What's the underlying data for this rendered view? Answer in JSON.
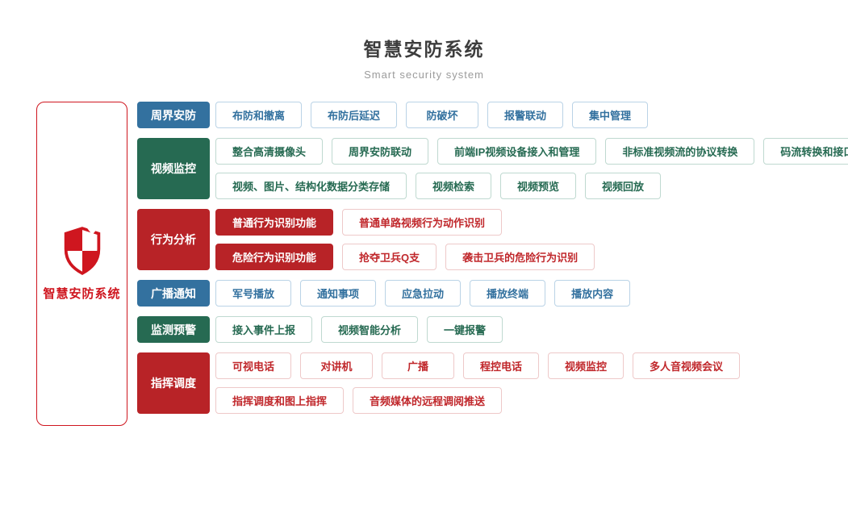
{
  "header": {
    "title": "智慧安防系统",
    "subtitle": "Smart security system"
  },
  "root": {
    "label": "智慧安防系统",
    "icon": "shield-icon"
  },
  "colors": {
    "blue": "#33719f",
    "green": "#266a52",
    "red": "#b82327",
    "red-text": "#c0272b",
    "blue-border": "#bad3e6",
    "green-border": "#bfd9d0",
    "red-border": "#eec9c9",
    "accent-red": "#cf161f",
    "title-color": "#3d3d3d",
    "subtitle-color": "#9b9b9b"
  },
  "sections": [
    {
      "id": "perimeter-security",
      "label": "周界安防",
      "color": "blue",
      "rows": [
        [
          {
            "label": "布防和撤离"
          },
          {
            "label": "布防后延迟"
          },
          {
            "label": "防破坏"
          },
          {
            "label": "报警联动"
          },
          {
            "label": "集中管理"
          }
        ]
      ]
    },
    {
      "id": "video-surveillance",
      "label": "视频监控",
      "color": "green",
      "rows": [
        [
          {
            "label": "整合高清摄像头"
          },
          {
            "label": "周界安防联动"
          },
          {
            "label": "前端IP视频设备接入和管理"
          },
          {
            "label": "非标准视频流的协议转换"
          },
          {
            "label": "码流转换和接口转换"
          }
        ],
        [
          {
            "label": "视频、图片、结构化数据分类存储"
          },
          {
            "label": "视频检索"
          },
          {
            "label": "视频预览"
          },
          {
            "label": "视频回放"
          }
        ]
      ]
    },
    {
      "id": "behavior-analysis",
      "label": "行为分析",
      "color": "red",
      "rows": [
        [
          {
            "label": "普通行为识别功能",
            "filled": true
          },
          {
            "label": "普通单路视频行为动作识别"
          }
        ],
        [
          {
            "label": "危险行为识别功能",
            "filled": true
          },
          {
            "label": "抢夺卫兵Q支"
          },
          {
            "label": "袭击卫兵的危险行为识别"
          }
        ]
      ]
    },
    {
      "id": "broadcast-notice",
      "label": "广播通知",
      "color": "blue",
      "rows": [
        [
          {
            "label": "军号播放"
          },
          {
            "label": "通知事项"
          },
          {
            "label": "应急拉动"
          },
          {
            "label": "播放终端"
          },
          {
            "label": "播放内容"
          }
        ]
      ]
    },
    {
      "id": "monitor-warning",
      "label": "监测预警",
      "color": "green",
      "rows": [
        [
          {
            "label": "接入事件上报"
          },
          {
            "label": "视频智能分析"
          },
          {
            "label": "一键报警"
          }
        ]
      ]
    },
    {
      "id": "command-dispatch",
      "label": "指挥调度",
      "color": "red",
      "rows": [
        [
          {
            "label": "可视电话"
          },
          {
            "label": "对讲机"
          },
          {
            "label": "广播"
          },
          {
            "label": "程控电话"
          },
          {
            "label": "视频监控"
          },
          {
            "label": "多人音视频会议"
          }
        ],
        [
          {
            "label": "指挥调度和图上指挥"
          },
          {
            "label": "音频媒体的远程调阅推送"
          }
        ]
      ]
    }
  ]
}
